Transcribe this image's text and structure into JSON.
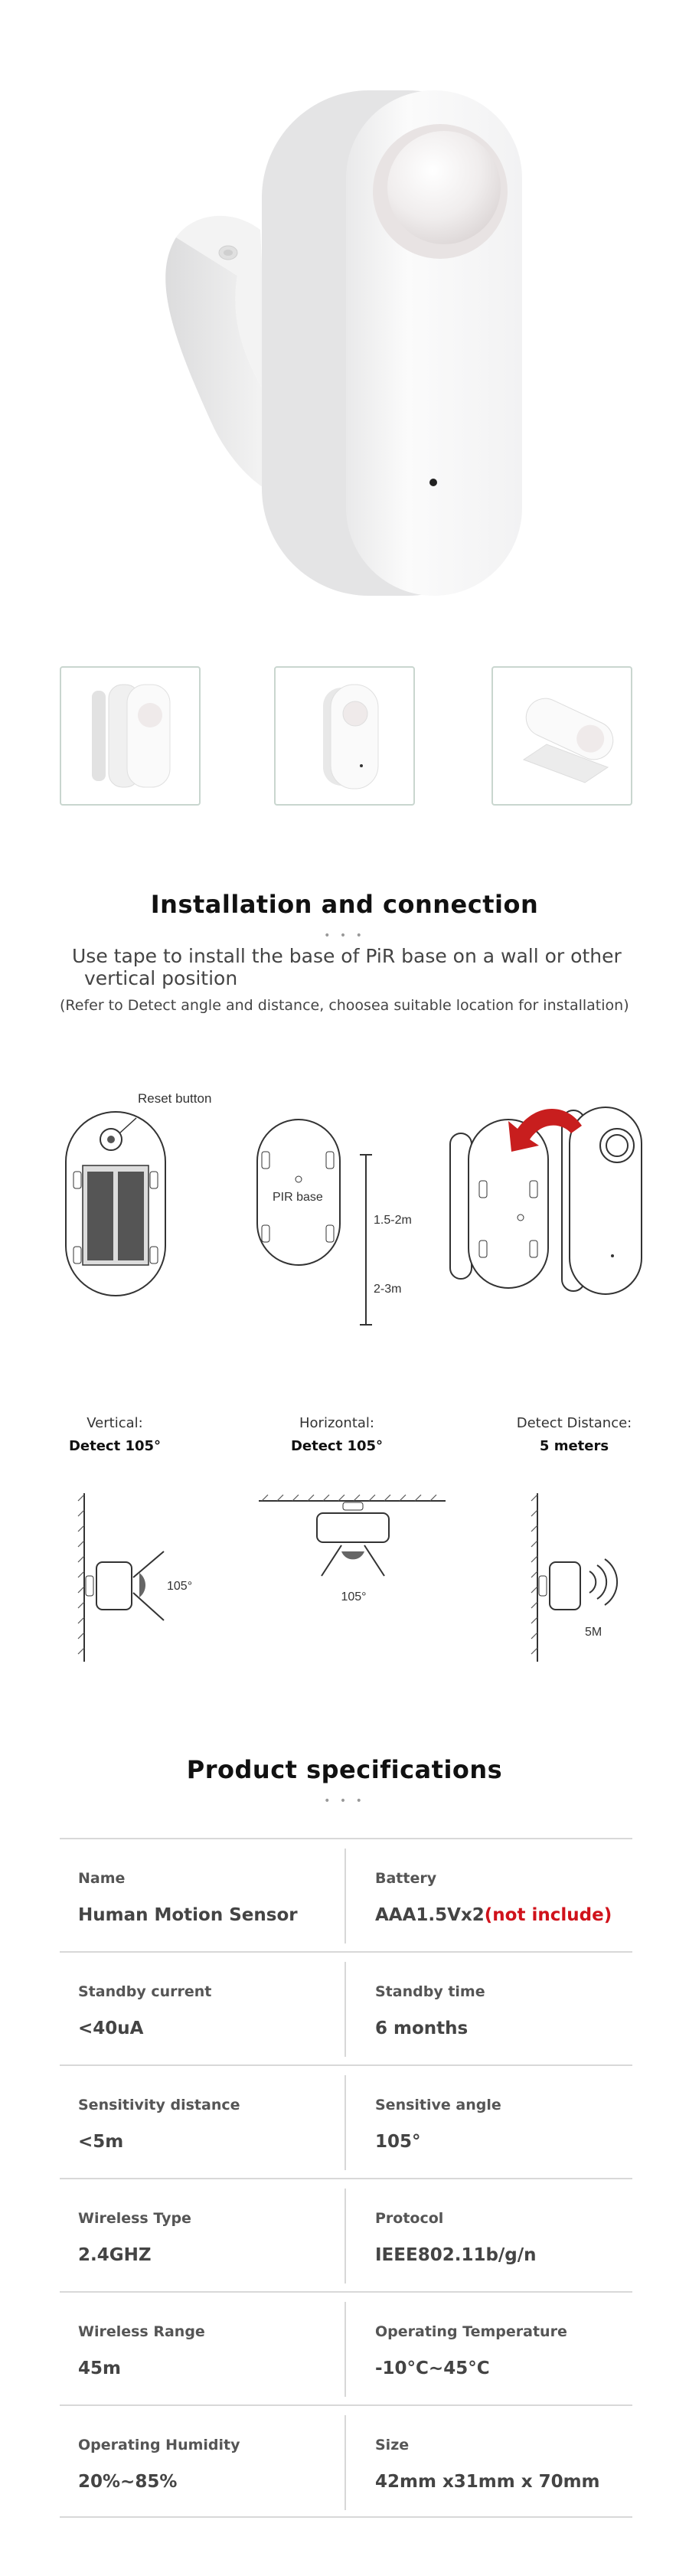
{
  "installation": {
    "title": "Installation and connection",
    "dots": "• • •",
    "line1a": "Use tape to install the base of PiR base on a wall or other",
    "line1b": "vertical position",
    "line2": "(Refer to Detect angle and distance, choosea suitable location for installation)"
  },
  "diagram": {
    "reset_label": "Reset button",
    "pir_base_label": "PIR base",
    "height1": "1.5-2m",
    "height2": "2-3m"
  },
  "modes": [
    {
      "label": "Vertical:",
      "value": "Detect 105°",
      "figure": "105°"
    },
    {
      "label": "Horizontal:",
      "value": "Detect 105°",
      "figure": "105°"
    },
    {
      "label": "Detect Distance:",
      "value": "5 meters",
      "figure": "5M"
    }
  ],
  "specs": {
    "title": "Product specifications",
    "dots": "• • •",
    "rows": [
      [
        {
          "name": "Name",
          "value": "Human Motion Sensor"
        },
        {
          "name": "Battery",
          "value": "AAA1.5Vx2",
          "note": "(not include)"
        }
      ],
      [
        {
          "name": "Standby current",
          "value": "<40uA"
        },
        {
          "name": "Standby time",
          "value": "6 months"
        }
      ],
      [
        {
          "name": "Sensitivity distance",
          "value": "<5m"
        },
        {
          "name": "Sensitive angle",
          "value": "105°"
        }
      ],
      [
        {
          "name": "Wireless Type",
          "value": "2.4GHZ"
        },
        {
          "name": "Protocol",
          "value": "IEEE802.11b/g/n"
        }
      ],
      [
        {
          "name": "Wireless Range",
          "value": "45m"
        },
        {
          "name": "Operating Temperature",
          "value": "-10°C~45°C"
        }
      ],
      [
        {
          "name": "Operating Humidity",
          "value": "20%~85%"
        },
        {
          "name": "Size",
          "value": "42mm x31mm x 70mm"
        }
      ]
    ]
  },
  "colors": {
    "accent_red": "#d0121b",
    "arrow_red": "#c81e1e",
    "thumb_border": "#c9d6cf"
  }
}
